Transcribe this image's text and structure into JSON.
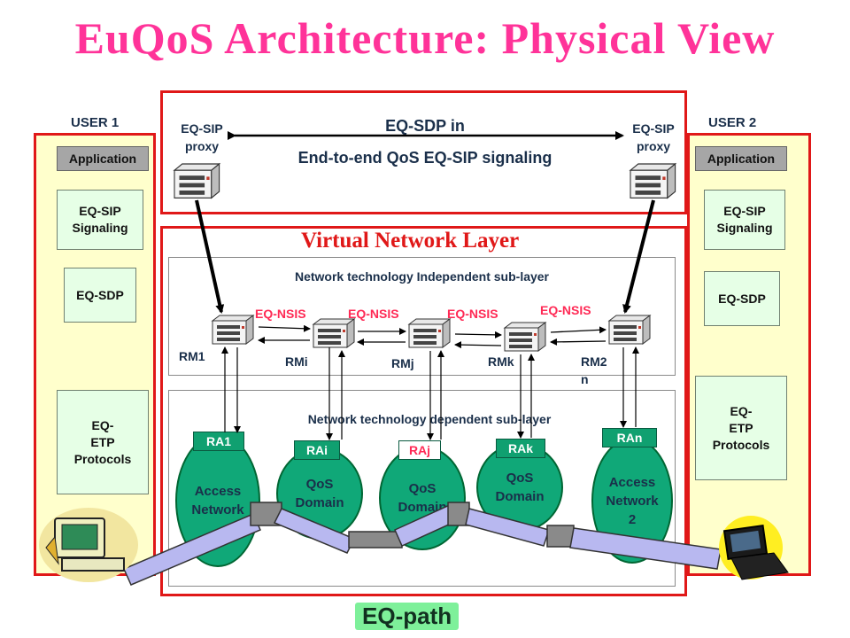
{
  "title": "EuQoS Architecture: Physical View",
  "user1": {
    "label": "USER 1",
    "application": "Application",
    "signaling": "EQ-SIP\nSignaling",
    "sdp": "EQ-SDP",
    "etp": "EQ-\nETP\nProtocols"
  },
  "user2": {
    "label": "USER 2",
    "application": "Application",
    "signaling": "EQ-SIP\nSignaling",
    "sdp": "EQ-SDP",
    "etp": "EQ-\nETP\nProtocols"
  },
  "signaling_layer": {
    "left_proxy": "EQ-SIP\nproxy",
    "right_proxy": "EQ-SIP\nproxy",
    "sdp_label": "EQ-SDP in",
    "sip_label": "End-to-end QoS EQ-SIP signaling"
  },
  "virtual_network": {
    "title": "Virtual Network Layer",
    "independent_sublayer": "Network technology Independent sub-layer",
    "dependent_sublayer": "Network technology dependent sub-layer",
    "nsis_labels": [
      "EQ-NSIS",
      "EQ-NSIS",
      "EQ-NSIS",
      "EQ-NSIS"
    ],
    "rm_labels": [
      "RM1",
      "RMi",
      "RMj",
      "RMk",
      "RM2\nn"
    ],
    "ra_labels": [
      "RA1",
      "RAi",
      "RAj",
      "RAk",
      "RAn"
    ],
    "domains": [
      "Access\nNetwork",
      "QoS\nDomain",
      "QoS\nDomain",
      "QoS\nDomain",
      "Access\nNetwork\n2"
    ]
  },
  "footer": "EQ-path",
  "colors": {
    "title": "#ff3399",
    "frame": "#e01818",
    "side_panel": "#ffffcc",
    "card": "#e6ffe6",
    "domain": "#10a878",
    "nsis": "#ff2a55",
    "path_tube": "#b8b8f0"
  },
  "icons": [
    "server-icon",
    "desktop-computer-icon",
    "laptop-icon",
    "double-arrow-icon"
  ]
}
